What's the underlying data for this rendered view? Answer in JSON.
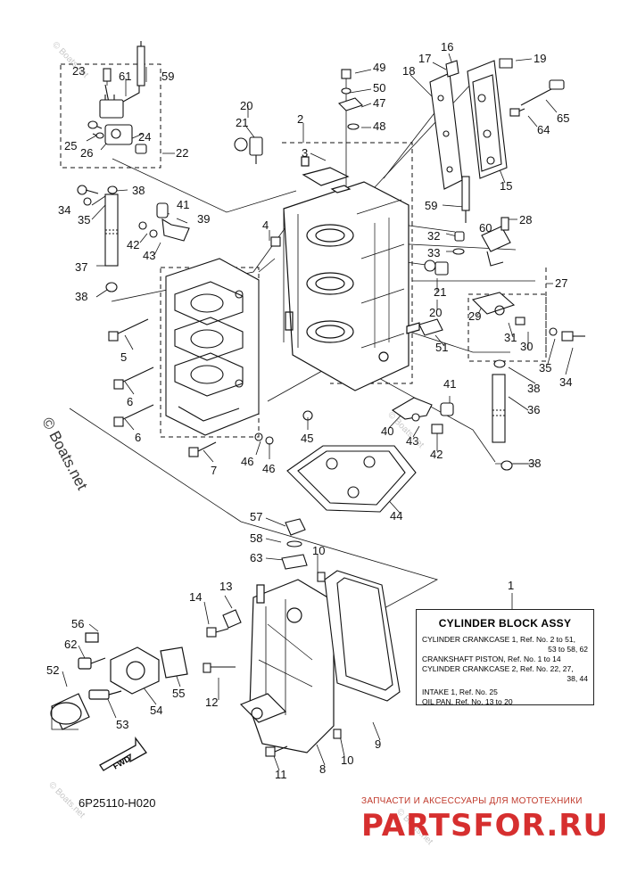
{
  "diagram_code": "6P25110-H020",
  "fwd_label": "FWD",
  "watermarks": {
    "copyright": "© Boats.net",
    "small": "© Boats.net"
  },
  "brand_banner": {
    "subtitle": "ЗАПЧАСТИ И АКСЕССУАРЫ ДЛЯ МОТОТЕХНИКИ",
    "logo_text": "PARTSFOR.RU"
  },
  "reference_box": {
    "callout": "1",
    "title": "CYLINDER BLOCK ASSY",
    "lines": [
      "CYLINDER CRANKCASE 1,  Ref. No. 2 to 51,",
      "53 to 58, 62",
      "CRANKSHAFT PISTON,  Ref. No. 1 to 14",
      "CYLINDER CRANKCASE 2,  Ref. No. 22, 27,",
      "38, 44",
      "INTAKE 1,  Ref. No. 25",
      "OIL PAN,  Ref. No. 13 to 20"
    ]
  },
  "callouts": [
    "23",
    "61",
    "59",
    "25",
    "26",
    "24",
    "22",
    "34",
    "35",
    "38",
    "37",
    "38",
    "41",
    "39",
    "42",
    "43",
    "4",
    "5",
    "6",
    "6",
    "7",
    "46",
    "46",
    "45",
    "20",
    "21",
    "2",
    "3",
    "49",
    "50",
    "47",
    "48",
    "18",
    "17",
    "16",
    "19",
    "65",
    "64",
    "15",
    "59",
    "60",
    "28",
    "32",
    "33",
    "21",
    "20",
    "29",
    "31",
    "30",
    "27",
    "51",
    "35",
    "34",
    "38",
    "36",
    "41",
    "40",
    "43",
    "42",
    "38",
    "44",
    "57",
    "58",
    "63",
    "10",
    "1",
    "13",
    "14",
    "56",
    "62",
    "52",
    "53",
    "54",
    "55",
    "12",
    "11",
    "8",
    "10",
    "9"
  ]
}
